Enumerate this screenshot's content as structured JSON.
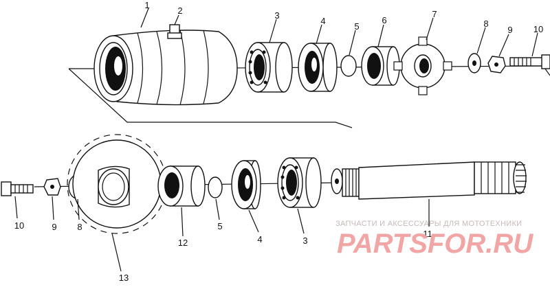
{
  "diagram": {
    "callouts": [
      {
        "id": "c1-top",
        "text": "1"
      },
      {
        "id": "c2-top",
        "text": "2"
      },
      {
        "id": "c3-top",
        "text": "3"
      },
      {
        "id": "c4-top",
        "text": "4"
      },
      {
        "id": "c5-top",
        "text": "5"
      },
      {
        "id": "c6-top",
        "text": "6"
      },
      {
        "id": "c7-top",
        "text": "7"
      },
      {
        "id": "c8-top",
        "text": "8"
      },
      {
        "id": "c9-top",
        "text": "9"
      },
      {
        "id": "c10-top",
        "text": "10"
      },
      {
        "id": "c10-bottom",
        "text": "10"
      },
      {
        "id": "c9-bottom",
        "text": "9"
      },
      {
        "id": "c8-bottom",
        "text": "8"
      },
      {
        "id": "c12-bottom",
        "text": "12"
      },
      {
        "id": "c5-bottom",
        "text": "5"
      },
      {
        "id": "c4-bottom",
        "text": "4"
      },
      {
        "id": "c3-bottom",
        "text": "3"
      },
      {
        "id": "c11-bottom",
        "text": "11"
      },
      {
        "id": "c13-bottom",
        "text": "13"
      }
    ]
  },
  "watermark": {
    "tagline": "ЗАПЧАСТИ И АКСЕССУАРЫ ДЛЯ МОТОТЕХНИКИ",
    "brand": "PARTSFOR.RU",
    "color": "#f2a5a5"
  }
}
